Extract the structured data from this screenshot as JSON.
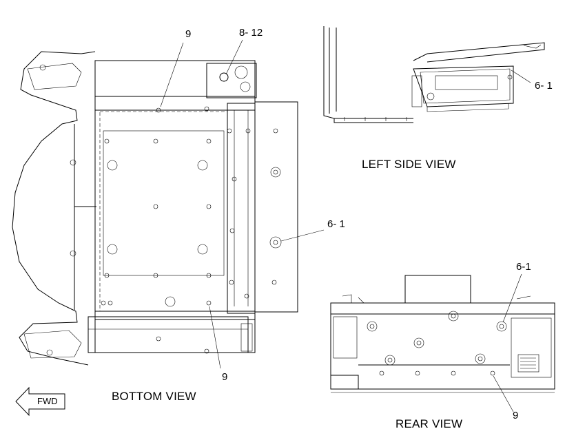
{
  "views": {
    "bottom": "BOTTOM VIEW",
    "left_side": "LEFT SIDE VIEW",
    "rear": "REAR VIEW"
  },
  "callouts": {
    "bottom_top_9": "9",
    "bottom_8_12": "8- 12",
    "bottom_6_1": "6- 1",
    "bottom_bottom_9": "9",
    "left_6_1": "6- 1",
    "rear_6_1": "6-1",
    "rear_9": "9"
  },
  "arrow": {
    "label": "FWD"
  }
}
